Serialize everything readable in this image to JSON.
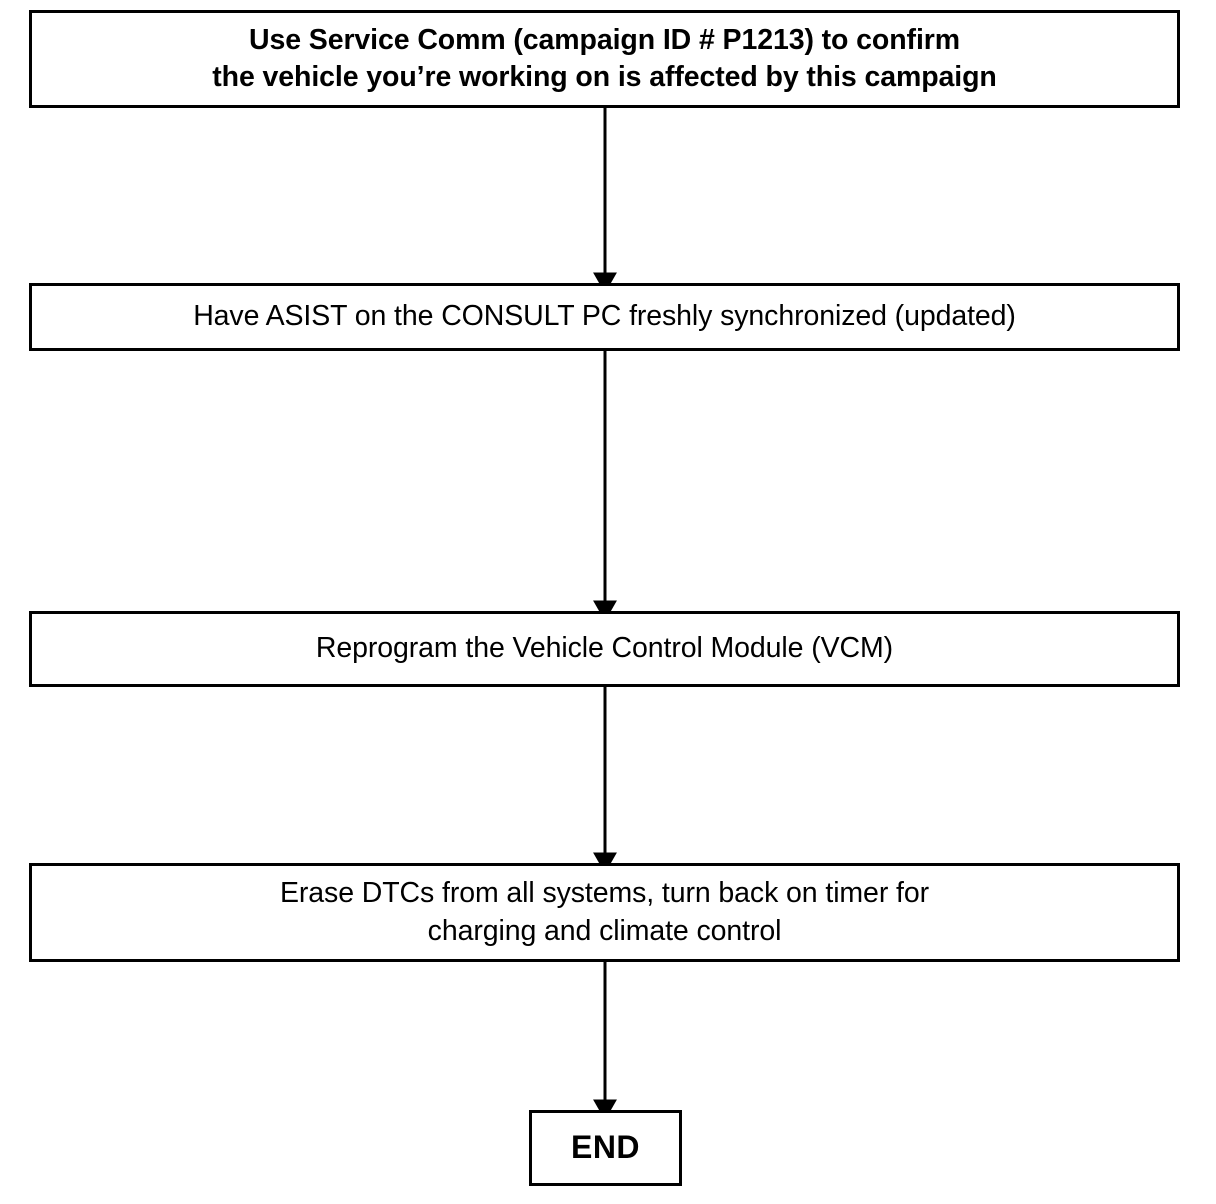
{
  "document": {
    "type": "flowchart",
    "title": "Service Campaign Repair Flowchart",
    "background_color": "#ffffff",
    "line_color": "#000000"
  },
  "flowchart": {
    "orientation": "vertical-top-to-bottom",
    "nodes": [
      {
        "id": "confirm-campaign",
        "shape": "rectangle",
        "bold": true,
        "text": "Use Service Comm (campaign ID # P1213) to confirm\nthe vehicle you’re working on is affected by this campaign"
      },
      {
        "id": "sync-asist",
        "shape": "rectangle",
        "bold": false,
        "text": "Have ASIST on the CONSULT PC freshly synchronized (updated)"
      },
      {
        "id": "reprogram-vcm",
        "shape": "rectangle",
        "bold": false,
        "text": "Reprogram the Vehicle Control Module (VCM)"
      },
      {
        "id": "erase-dtcs",
        "shape": "rectangle",
        "bold": false,
        "text": "Erase DTCs from all systems, turn back on timer for\ncharging and climate control"
      }
    ],
    "terminator": {
      "id": "end",
      "shape": "rectangle",
      "bold": true,
      "text": "END"
    },
    "connectors": [
      {
        "id": "arrow-1",
        "from": "confirm-campaign",
        "to": "sync-asist",
        "style": "solid-arrow-down"
      },
      {
        "id": "arrow-2",
        "from": "sync-asist",
        "to": "reprogram-vcm",
        "style": "solid-arrow-down"
      },
      {
        "id": "arrow-3",
        "from": "reprogram-vcm",
        "to": "erase-dtcs",
        "style": "solid-arrow-down"
      },
      {
        "id": "arrow-4",
        "from": "erase-dtcs",
        "to": "end",
        "style": "solid-arrow-down"
      }
    ]
  }
}
